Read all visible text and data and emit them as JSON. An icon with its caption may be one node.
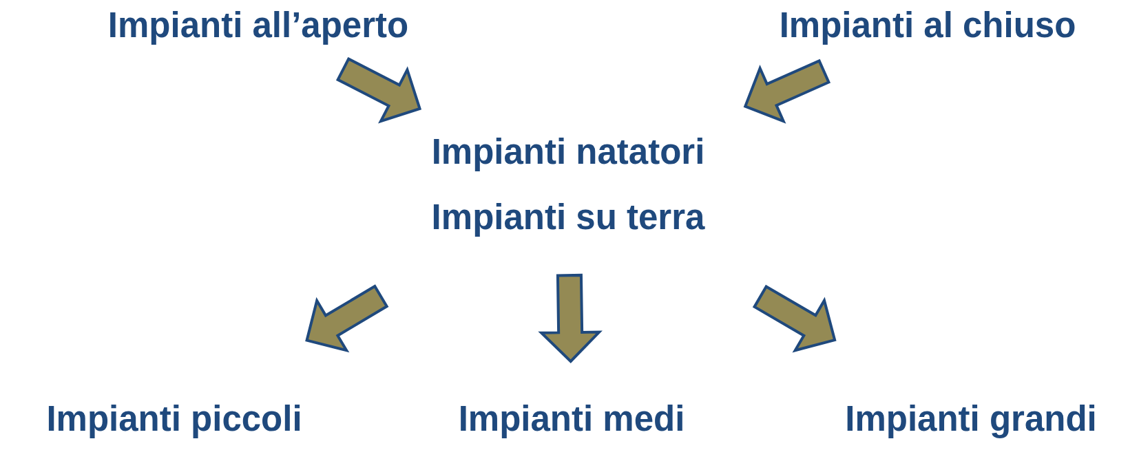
{
  "diagram": {
    "nodes": [
      {
        "text": [
          "Impianti all’aperto"
        ]
      },
      {
        "text": [
          "Impianti al chiuso"
        ]
      },
      {
        "text": [
          "Impianti natatori",
          "Impianti su terra"
        ]
      },
      {
        "text": [
          "Impianti piccoli"
        ]
      },
      {
        "text": [
          "Impianti medi"
        ]
      },
      {
        "text": [
          "Impianti grandi"
        ]
      }
    ],
    "edges": [
      {
        "from": 0,
        "to": 2,
        "arrow": "to"
      },
      {
        "from": 1,
        "to": 2,
        "arrow": "to"
      },
      {
        "from": 2,
        "to": 3,
        "arrow": "to"
      },
      {
        "from": 2,
        "to": 4,
        "arrow": "to"
      },
      {
        "from": 2,
        "to": 5,
        "arrow": "to"
      }
    ]
  }
}
